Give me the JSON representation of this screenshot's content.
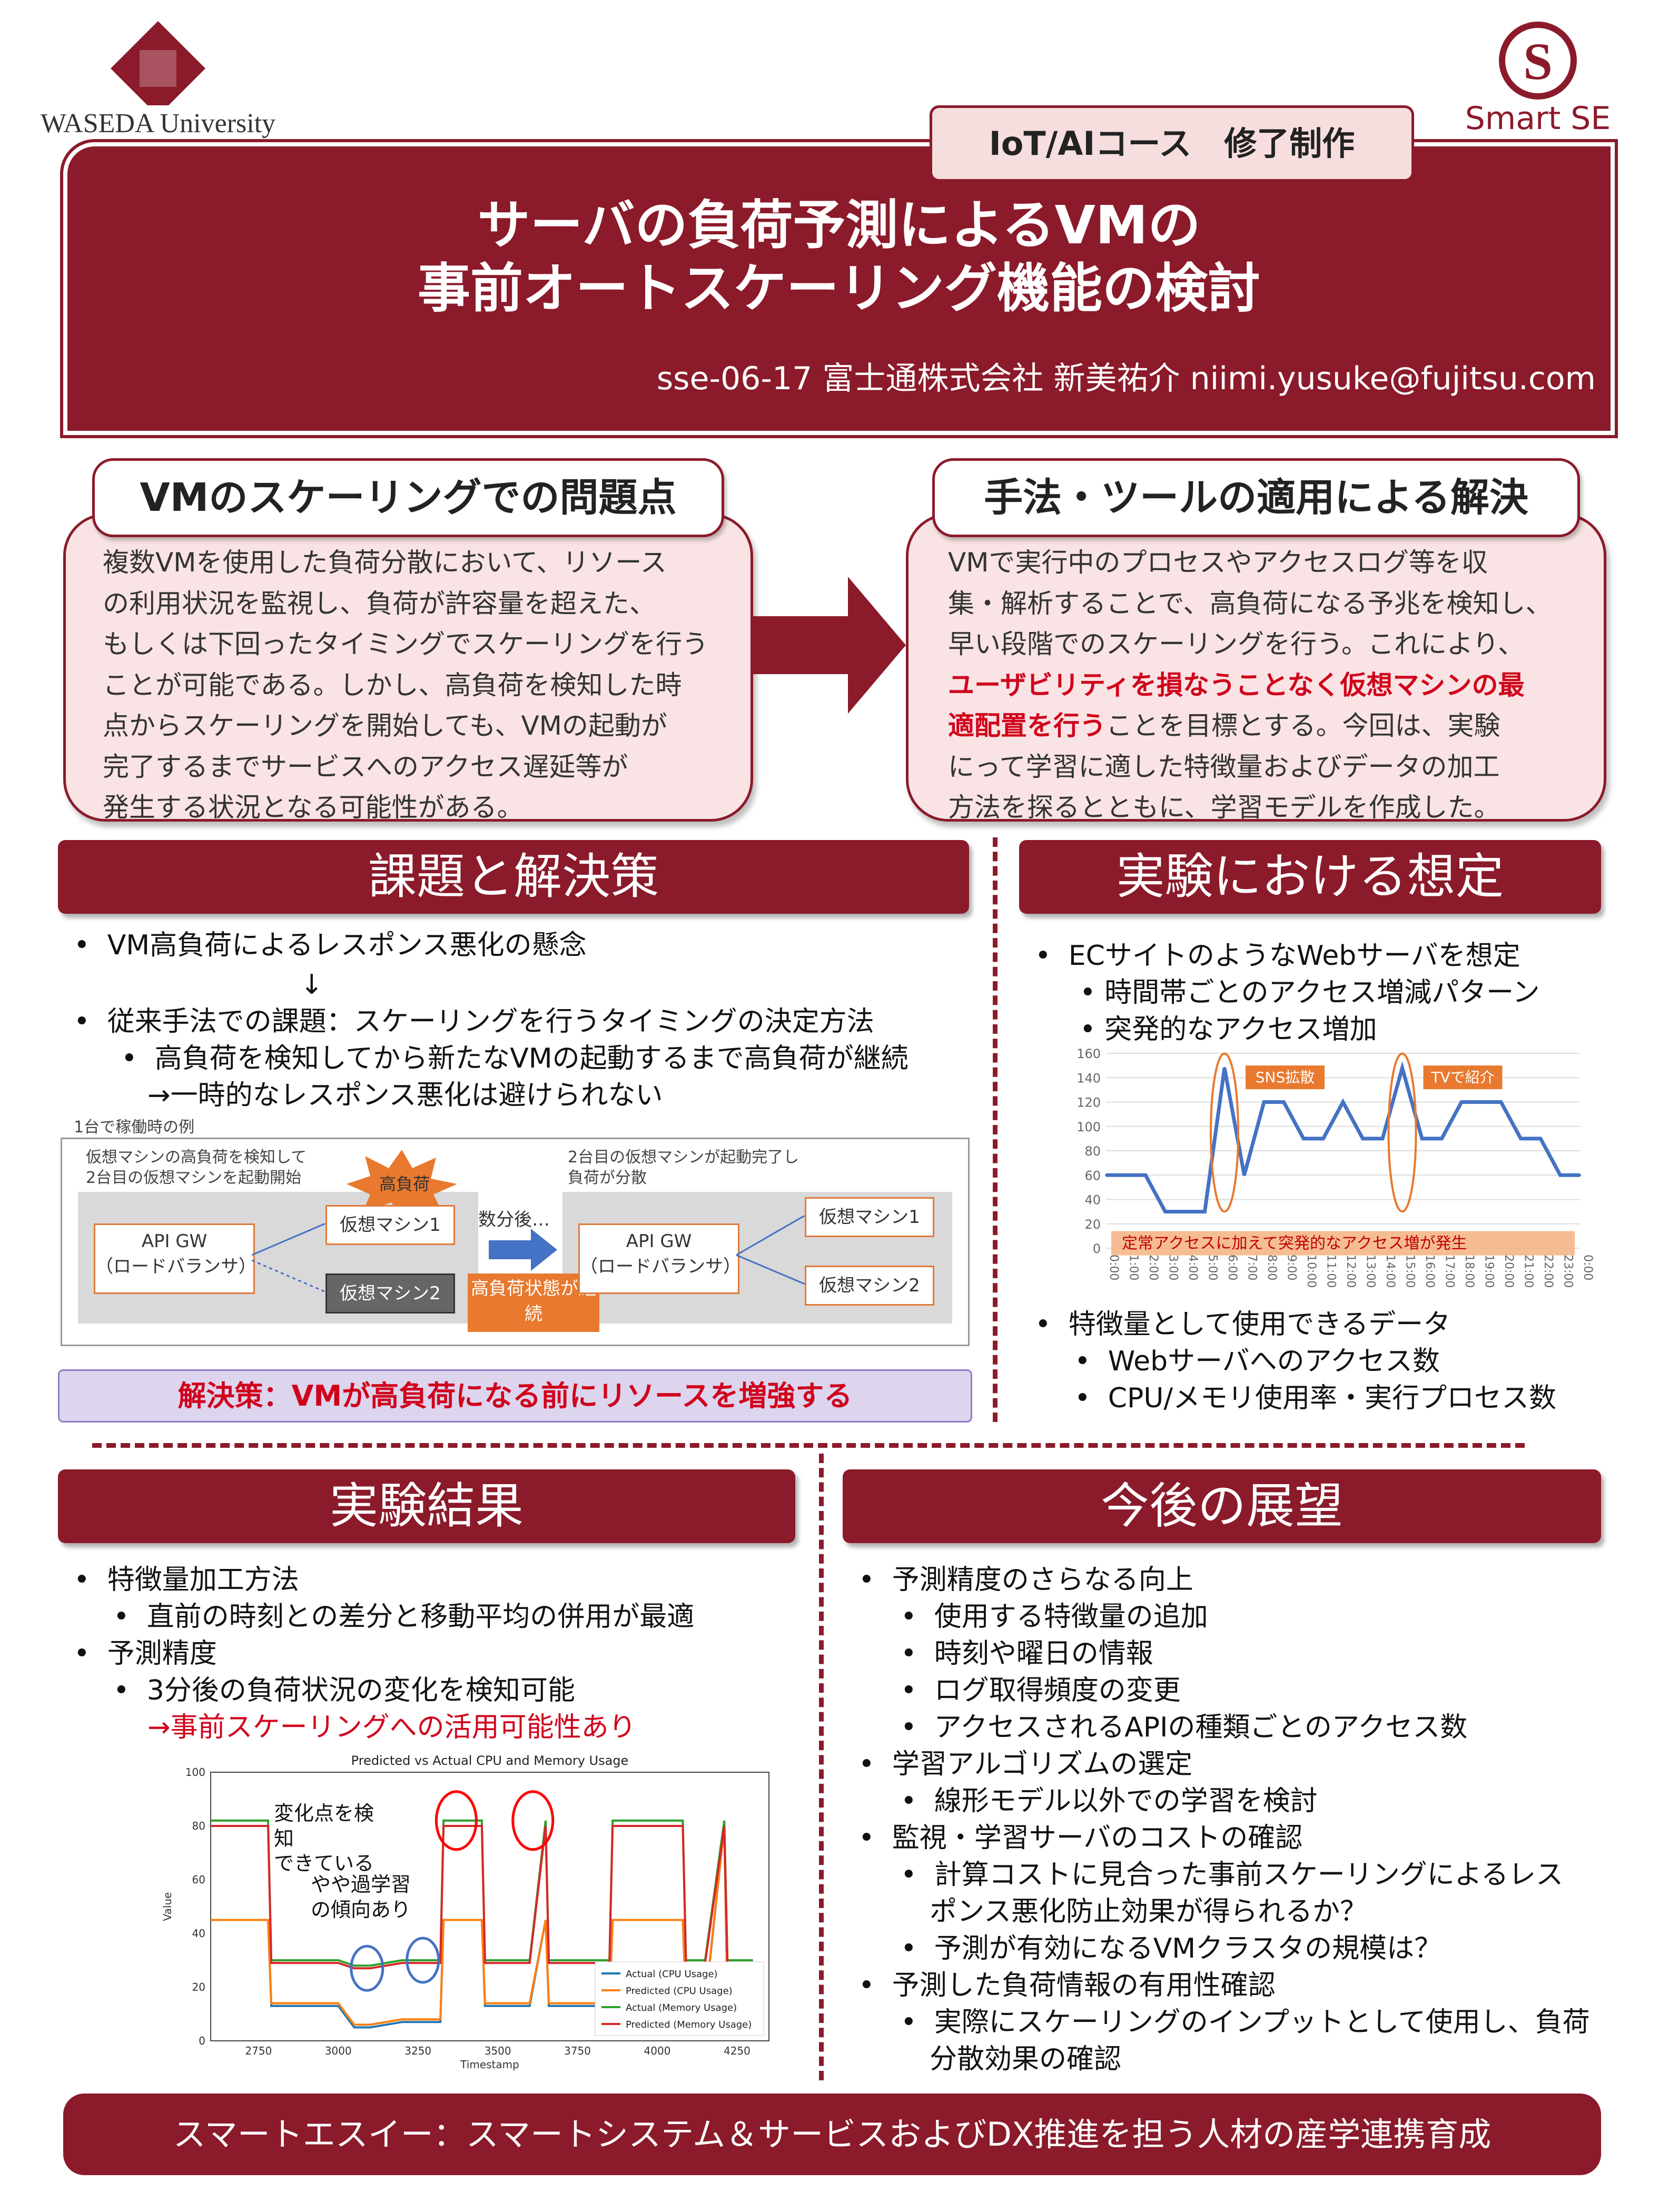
{
  "logos": {
    "waseda": "WASEDA University",
    "smartse": "Smart SE"
  },
  "header": {
    "tag": "IoT/AIコース　修了制作",
    "title_line1": "サーバの負荷予測によるVMの",
    "title_line2": "事前オートスケーリング機能の検討",
    "author": "sse-06-17 富士通株式会社 新美祐介 niimi.yusuke@fujitsu.com"
  },
  "problem": {
    "label": "VMのスケーリングでの問題点",
    "lines": [
      "複数VMを使用した負荷分散において、リソース",
      "の利用状況を監視し、負荷が許容量を超えた、",
      "もしくは下回ったタイミングでスケーリングを行う",
      "ことが可能である。しかし、高負荷を検知した時",
      "点からスケーリングを開始しても、VMの起動が",
      "完了するまでサービスへのアクセス遅延等が",
      "発生する状況となる可能性がある。"
    ]
  },
  "solution": {
    "label": "手法・ツールの適用による解決",
    "line1": "VMで実行中のプロセスやアクセスログ等を収",
    "line2": "集・解析することで、高負荷になる予兆を検知し、",
    "line3": "早い段階でのスケーリングを行う。これにより、",
    "line4_red": "ユーザビリティを損なうことなく仮想マシンの最",
    "line5_red": "適配置を行う",
    "line5_rest": "ことを目標とする。今回は、実験",
    "line6": "にって学習に適した特徴量およびデータの加工",
    "line7": "方法を探るとともに、学習モデルを作成した。"
  },
  "sec1": {
    "heading": "課題と解決策",
    "b1": "VM高負荷によるレスポンス悪化の懸念",
    "arrow": "↓",
    "b2": "従来手法での課題：スケーリングを行うタイミングの決定方法",
    "b2a": "高負荷を検知してから新たなVMの起動するまで高負荷が継続",
    "b2b": "→一時的なレスポンス悪化は避けられない",
    "diagram_caption": "1台で稼働時の例",
    "left_note1": "仮想マシンの高負荷を検知して",
    "left_note2": "2台目の仮想マシンを起動開始",
    "right_note1": "2台目の仮想マシンが起動完了し",
    "right_note2": "負荷が分散",
    "burst": "高負荷",
    "apigw1": "API GW",
    "apigw2": "（ロードバランサ）",
    "vm1": "仮想マシン1",
    "vm2": "仮想マシン2",
    "after": "数分後…",
    "continuing": "高負荷状態が継続",
    "solution_bar": "解決策：VMが高負荷になる前にリソースを増強する"
  },
  "sec2": {
    "heading": "実験における想定",
    "b1": "ECサイトのようなWebサーバを想定",
    "b1a": "時間帯ごとのアクセス増減パターン",
    "b1b": "突発的なアクセス増加",
    "b2": "特徴量として使用できるデータ",
    "b2a": "Webサーバへのアクセス数",
    "b2b": "CPU/メモリ使用率・実行プロセス数",
    "chart_note": "定常アクセスに加えて突発的なアクセス増が発生",
    "sns_label": "SNS拡散",
    "tv_label": "TVで紹介"
  },
  "sec3": {
    "heading": "実験結果",
    "b1": "特徴量加工方法",
    "b1a": "直前の時刻との差分と移動平均の併用が最適",
    "b2": "予測精度",
    "b2a": "3分後の負荷状況の変化を検知可能",
    "b2b": "→事前スケーリングへの活用可能性あり",
    "ann1": [
      "変化点を検",
      "知",
      "できている"
    ],
    "ann2": [
      "やや過学習",
      "の傾向あり"
    ]
  },
  "sec4": {
    "heading": "今後の展望",
    "items": [
      {
        "lvl": 1,
        "t": "予測精度のさらなる向上"
      },
      {
        "lvl": 2,
        "t": "使用する特徴量の追加"
      },
      {
        "lvl": 2,
        "t": "時刻や曜日の情報"
      },
      {
        "lvl": 2,
        "t": "ログ取得頻度の変更"
      },
      {
        "lvl": 2,
        "t": "アクセスされるAPIの種類ごとのアクセス数"
      },
      {
        "lvl": 1,
        "t": "学習アルゴリズムの選定"
      },
      {
        "lvl": 2,
        "t": "線形モデル以外での学習を検討"
      },
      {
        "lvl": 1,
        "t": "監視・学習サーバのコストの確認"
      },
      {
        "lvl": 2,
        "t": "計算コストに見合った事前スケーリングによるレス"
      },
      {
        "lvl": 3,
        "t": "ポンス悪化防止効果が得られるか？"
      },
      {
        "lvl": 2,
        "t": "予測が有効になるVMクラスタの規模は？"
      },
      {
        "lvl": 1,
        "t": "予測した負荷情報の有用性確認"
      },
      {
        "lvl": 2,
        "t": "実際にスケーリングのインプットとして使用し、負荷"
      },
      {
        "lvl": 3,
        "t": "分散効果の確認"
      }
    ]
  },
  "footer": "スマートエスイー：スマートシステム＆サービスおよびDX推進を担う人材の産学連携育成",
  "chart_data": [
    {
      "type": "line",
      "title": "",
      "categories": [
        "0:00",
        "1:00",
        "2:00",
        "3:00",
        "4:00",
        "5:00",
        "6:00",
        "7:00",
        "8:00",
        "9:00",
        "10:00",
        "11:00",
        "12:00",
        "13:00",
        "14:00",
        "15:00",
        "16:00",
        "17:00",
        "18:00",
        "19:00",
        "20:00",
        "21:00",
        "22:00",
        "23:00",
        "0:00"
      ],
      "values": [
        60,
        60,
        60,
        30,
        30,
        30,
        148,
        60,
        120,
        120,
        90,
        90,
        120,
        90,
        90,
        148,
        90,
        90,
        120,
        120,
        120,
        90,
        90,
        60,
        60
      ],
      "ylim": [
        0,
        160
      ],
      "yticks": [
        0,
        20,
        40,
        60,
        80,
        100,
        120,
        140,
        160
      ],
      "color": "#4472c4"
    },
    {
      "type": "line",
      "title": "Predicted vs Actual CPU and Memory Usage",
      "xlabel": "Timestamp",
      "ylabel": "Value",
      "xlim": [
        2600,
        4350
      ],
      "ylim": [
        0,
        100
      ],
      "xticks": [
        2750,
        3000,
        3250,
        3500,
        3750,
        4000,
        4250
      ],
      "yticks": [
        0,
        20,
        40,
        60,
        80,
        100
      ],
      "x": [
        2600,
        2700,
        2780,
        2790,
        2900,
        2950,
        3000,
        3050,
        3100,
        3200,
        3250,
        3320,
        3330,
        3400,
        3450,
        3460,
        3550,
        3600,
        3650,
        3660,
        3700,
        3800,
        3850,
        3860,
        3950,
        4000,
        4080,
        4090,
        4150,
        4210,
        4220,
        4300
      ],
      "series": [
        {
          "name": "Actual (CPU Usage)",
          "color": "#1f77b4",
          "values": [
            45,
            45,
            45,
            13,
            13,
            13,
            13,
            5,
            5,
            7,
            7,
            7,
            45,
            45,
            45,
            13,
            13,
            13,
            45,
            13,
            13,
            13,
            13,
            45,
            45,
            45,
            45,
            13,
            13,
            80,
            13,
            13
          ]
        },
        {
          "name": "Predicted (CPU Usage)",
          "color": "#ff7f0e",
          "values": [
            45,
            45,
            45,
            14,
            14,
            14,
            14,
            6,
            6,
            8,
            8,
            8,
            45,
            45,
            45,
            14,
            14,
            14,
            45,
            14,
            14,
            14,
            14,
            45,
            45,
            45,
            45,
            14,
            14,
            80,
            14,
            14
          ]
        },
        {
          "name": "Actual (Memory Usage)",
          "color": "#2ca02c",
          "values": [
            82,
            82,
            82,
            30,
            30,
            30,
            30,
            28,
            28,
            30,
            30,
            30,
            82,
            82,
            82,
            30,
            30,
            30,
            82,
            30,
            30,
            30,
            30,
            82,
            82,
            82,
            82,
            30,
            30,
            82,
            30,
            30
          ]
        },
        {
          "name": "Predicted (Memory Usage)",
          "color": "#d62728",
          "values": [
            80,
            80,
            80,
            29,
            29,
            29,
            29,
            27,
            27,
            29,
            29,
            29,
            80,
            80,
            80,
            29,
            29,
            29,
            80,
            29,
            29,
            29,
            29,
            80,
            80,
            80,
            80,
            29,
            29,
            80,
            29,
            29
          ]
        }
      ]
    }
  ],
  "colors": {
    "maroon": "#8b1a2a",
    "pink": "#f9e3e4",
    "red_text": "#d0021b",
    "orange": "#e8792e",
    "blue": "#4472c4"
  }
}
